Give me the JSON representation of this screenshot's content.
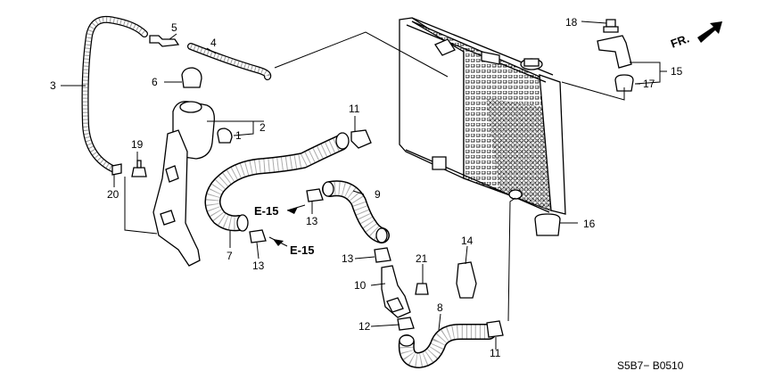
{
  "diagram": {
    "orientation": "FR.",
    "code": "S5B7− B0510",
    "callouts": {
      "c1": "1",
      "c2": "2",
      "c3": "3",
      "c4": "4",
      "c5": "5",
      "c6": "6",
      "c7": "7",
      "c8": "8",
      "c9": "9",
      "c10": "10",
      "c11a": "11",
      "c11b": "11",
      "c12": "12",
      "c13a": "13",
      "c13b": "13",
      "c13c": "13",
      "c14": "14",
      "c15": "15",
      "c16": "16",
      "c17": "17",
      "c18": "18",
      "c19": "19",
      "c20": "20",
      "c21": "21"
    },
    "refs": {
      "r1": "E-15",
      "r2": "E-15"
    }
  }
}
